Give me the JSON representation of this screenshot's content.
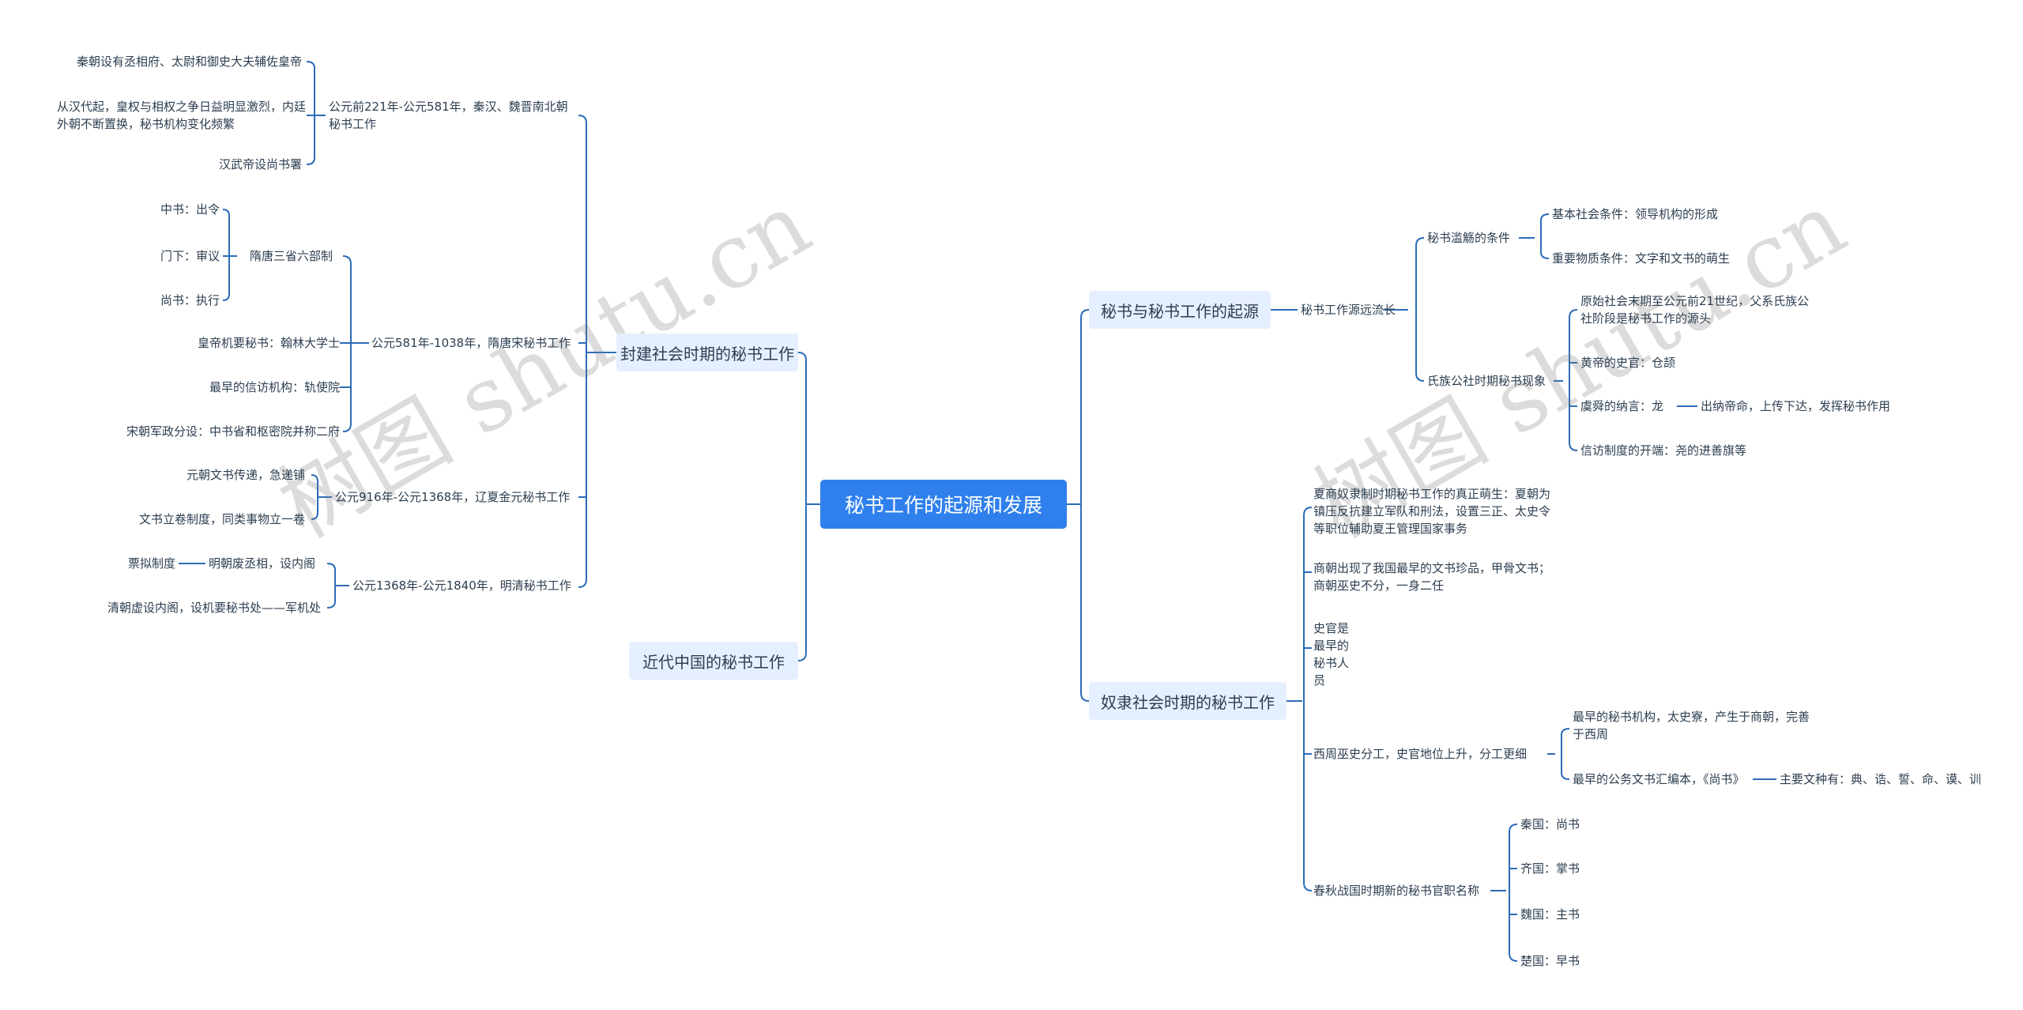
{
  "root": {
    "label": "秘书工作的起源和发展"
  },
  "watermark": "树图 shutu.cn",
  "branches": {
    "feudal": {
      "label": "封建社会时期的秘书工作",
      "qin": {
        "label": "公元前221年-公元581年，秦汉、魏晋南北朝秘书工作",
        "items": [
          "秦朝设有丞相府、太尉和御史大夫辅佐皇帝",
          "从汉代起，皇权与相权之争日益明显激烈，内廷外朝不断置换，秘书机构变化频繁",
          "汉武帝设尚书署"
        ]
      },
      "sui": {
        "label": "公元581年-1038年，隋唐宋秘书工作",
        "sansheng": {
          "label": "隋唐三省六部制",
          "items": [
            "中书：出令",
            "门下：审议",
            "尚书：执行"
          ]
        },
        "items": [
          "皇帝机要秘书：翰林大学士",
          "最早的信访机构：轨使院",
          "宋朝军政分设：中书省和枢密院并称二府"
        ]
      },
      "liao": {
        "label": "公元916年-公元1368年，辽夏金元秘书工作",
        "items": [
          "元朝文书传递，急递铺",
          "文书立卷制度，同类事物立一卷"
        ]
      },
      "ming": {
        "label": "公元1368年-公元1840年，明清秘书工作",
        "feixiang": "明朝废丞相，设内阁",
        "piaoni": "票拟制度",
        "qing": "清朝虚设内阁，设机要秘书处——军机处"
      }
    },
    "modern": {
      "label": "近代中国的秘书工作"
    },
    "origin": {
      "label": "秘书与秘书工作的起源",
      "stream": "秘书工作源远流长",
      "conditions": {
        "label": "秘书滥觞的条件",
        "items": [
          "基本社会条件：领导机构的形成",
          "重要物质条件：文字和文书的萌生"
        ]
      },
      "tribal": {
        "label": "氏族公社时期秘书现象",
        "items": [
          "原始社会末期至公元前21世纪，父系氏族公社阶段是秘书工作的源头",
          "黄帝的史官：仓颉",
          "虞舜的纳言：龙",
          "信访制度的开端：尧的进善旗等"
        ],
        "nayan_detail": "出纳帝命，上传下达，发挥秘书作用"
      }
    },
    "slave": {
      "label": "奴隶社会时期的秘书工作",
      "xia": "夏商奴隶制时期秘书工作的真正萌生：夏朝为镇压反抗建立军队和刑法，设置三正、太史令等职位辅助夏王管理国家事务",
      "shang": "商朝出现了我国最早的文书珍品，甲骨文书；商朝巫史不分，一身二任",
      "shiguan": "史官是最早的秘书人员",
      "xizhou": {
        "label": "西周巫史分工，史官地位上升，分工更细",
        "items": [
          "最早的秘书机构，太史寮，产生于商朝，完善于西周",
          "最早的公务文书汇编本，《尚书》"
        ],
        "wenzhong": "主要文种有：典、诰、誓、命、谟、训"
      },
      "chunqiu": {
        "label": "春秋战国时期新的秘书官职名称",
        "items": [
          "秦国：尚书",
          "齐国：掌书",
          "魏国：主书",
          "楚国：早书"
        ]
      }
    }
  }
}
